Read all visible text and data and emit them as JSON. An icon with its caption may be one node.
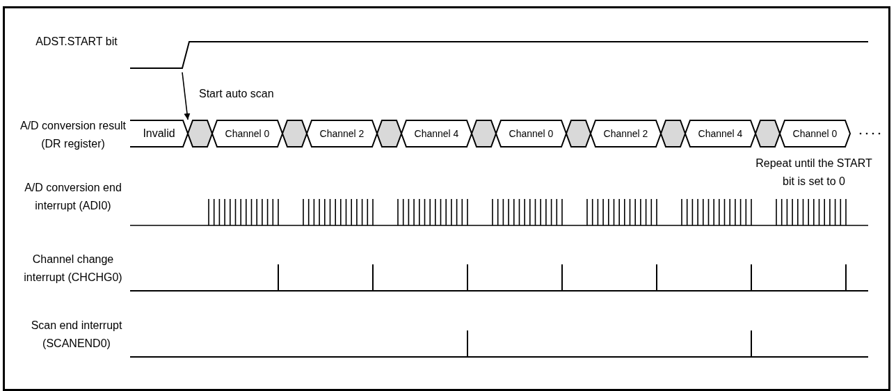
{
  "diagram": {
    "nodes": [
      {
        "text": [
          "Invalid"
        ]
      },
      {
        "text": [],
        "shape": "hexagon"
      },
      {
        "text": [
          "Channel 0"
        ]
      },
      {
        "text": [],
        "shape": "hexagon"
      },
      {
        "text": [
          "Channel 2"
        ]
      },
      {
        "text": [],
        "shape": "hexagon"
      },
      {
        "text": [
          "Channel 4"
        ]
      },
      {
        "text": [],
        "shape": "hexagon"
      },
      {
        "text": [
          "Channel 0"
        ]
      },
      {
        "text": [],
        "shape": "hexagon"
      },
      {
        "text": [
          "Channel 2"
        ]
      },
      {
        "text": [],
        "shape": "hexagon"
      },
      {
        "text": [
          "Channel 4"
        ]
      },
      {
        "text": [],
        "shape": "hexagon"
      },
      {
        "text": [
          "Channel 0"
        ]
      }
    ],
    "edges": [
      {
        "from": null,
        "to": 1,
        "arrow": "to",
        "label": "Start auto scan"
      }
    ],
    "labels": [
      "ADST.START bit",
      "A/D conversion result (DR register)",
      "A/D conversion end interrupt (ADI0)",
      "Channel change interrupt (CHCHG0)",
      "Scan end interrupt (SCANEND0)",
      "Repeat until the START bit is set to 0"
    ]
  }
}
